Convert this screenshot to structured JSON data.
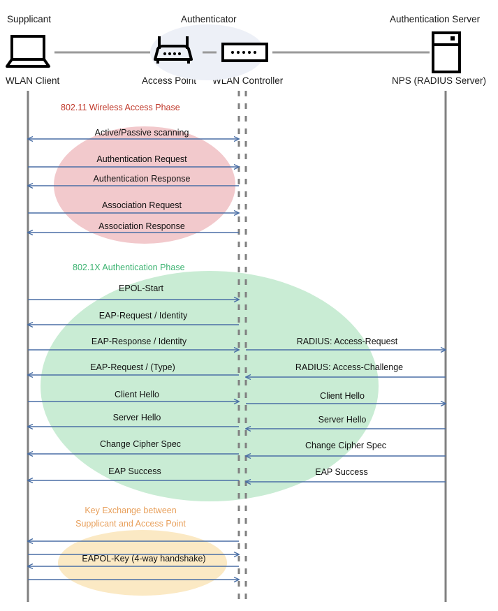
{
  "header": {
    "actors": [
      {
        "role": "Supplicant",
        "device": "WLAN Client",
        "icon": "laptop-icon"
      },
      {
        "role": "Authenticator",
        "device": "Access Point",
        "icon": "wireless-router-icon"
      },
      {
        "role": "",
        "device": "WLAN Controller",
        "icon": "network-controller-icon"
      },
      {
        "role": "Authentication Server",
        "device": "NPS (RADIUS Server)",
        "icon": "server-tower-icon"
      }
    ]
  },
  "colors": {
    "arrow": "#4a6fa5",
    "lifeline": "#808080",
    "phase_80211_text": "#c0392b",
    "phase_80211_fill": "#f2c9cc",
    "phase_8021x_text": "#3cb371",
    "phase_8021x_fill": "#c9ecd4",
    "phase_key_text": "#e8a05c",
    "phase_key_fill": "#fbe9c4",
    "authenticator_fill": "#edf0f7"
  },
  "phases": [
    {
      "id": "wireless-access",
      "title": "802.11 Wireless Access Phase",
      "messages": [
        {
          "label": "Active/Passive scanning",
          "segment": "left",
          "direction": "both"
        },
        {
          "label": "Authentication Request",
          "segment": "left",
          "direction": "right"
        },
        {
          "label": "Authentication Response",
          "segment": "left",
          "direction": "left"
        },
        {
          "label": "Association Request",
          "segment": "left",
          "direction": "right"
        },
        {
          "label": "Association Response",
          "segment": "left",
          "direction": "left"
        }
      ]
    },
    {
      "id": "dot1x-authentication",
      "title": "802.1X Authentication Phase",
      "messages": [
        {
          "label": "EPOL-Start",
          "segment": "left",
          "direction": "right"
        },
        {
          "label": "EAP-Request / Identity",
          "segment": "left",
          "direction": "left"
        },
        {
          "label": "EAP-Response / Identity",
          "segment": "left",
          "direction": "right"
        },
        {
          "label": "RADIUS: Access-Request",
          "segment": "right",
          "direction": "right"
        },
        {
          "label": "EAP-Request / (Type)",
          "segment": "left",
          "direction": "left"
        },
        {
          "label": "RADIUS: Access-Challenge",
          "segment": "right",
          "direction": "left"
        },
        {
          "label": "Client Hello",
          "segment": "left",
          "direction": "right"
        },
        {
          "label": "Client Hello",
          "segment": "right",
          "direction": "right"
        },
        {
          "label": "Server Hello",
          "segment": "left",
          "direction": "left"
        },
        {
          "label": "Server Hello",
          "segment": "right",
          "direction": "left"
        },
        {
          "label": "Change Cipher Spec",
          "segment": "left",
          "direction": "left"
        },
        {
          "label": "Change Cipher Spec",
          "segment": "right",
          "direction": "left"
        },
        {
          "label": "EAP Success",
          "segment": "left",
          "direction": "left"
        },
        {
          "label": "EAP Success",
          "segment": "right",
          "direction": "left"
        }
      ]
    },
    {
      "id": "key-exchange",
      "title_line1": "Key Exchange between",
      "title_line2": "Supplicant and Access Point",
      "messages": [
        {
          "label": "",
          "segment": "left",
          "direction": "left"
        },
        {
          "label": "",
          "segment": "left",
          "direction": "right"
        },
        {
          "label": "EAPOL-Key (4-way handshake)",
          "segment": "left",
          "direction": "left"
        },
        {
          "label": "",
          "segment": "left",
          "direction": "right"
        }
      ]
    }
  ]
}
